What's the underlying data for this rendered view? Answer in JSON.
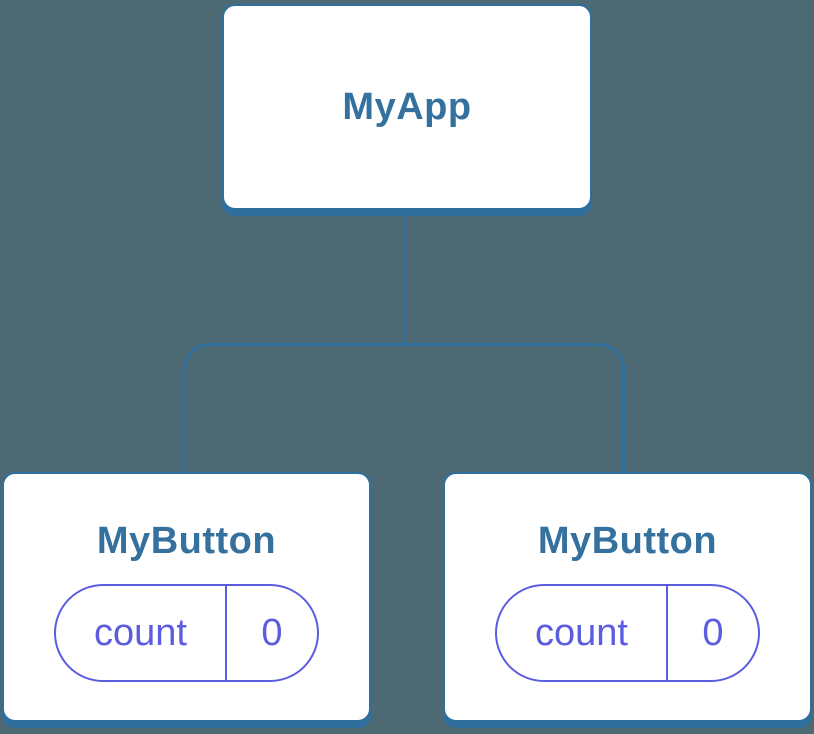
{
  "canvas": {
    "background_color": "#4d6973",
    "node_accent_color": "#2e6f9e",
    "node_text_color": "#35719e",
    "state_accent_color": "#5c5ce0"
  },
  "tree": {
    "root": {
      "label": "MyApp"
    },
    "children": [
      {
        "label": "MyButton",
        "state": {
          "key": "count",
          "value": "0"
        }
      },
      {
        "label": "MyButton",
        "state": {
          "key": "count",
          "value": "0"
        }
      }
    ]
  }
}
